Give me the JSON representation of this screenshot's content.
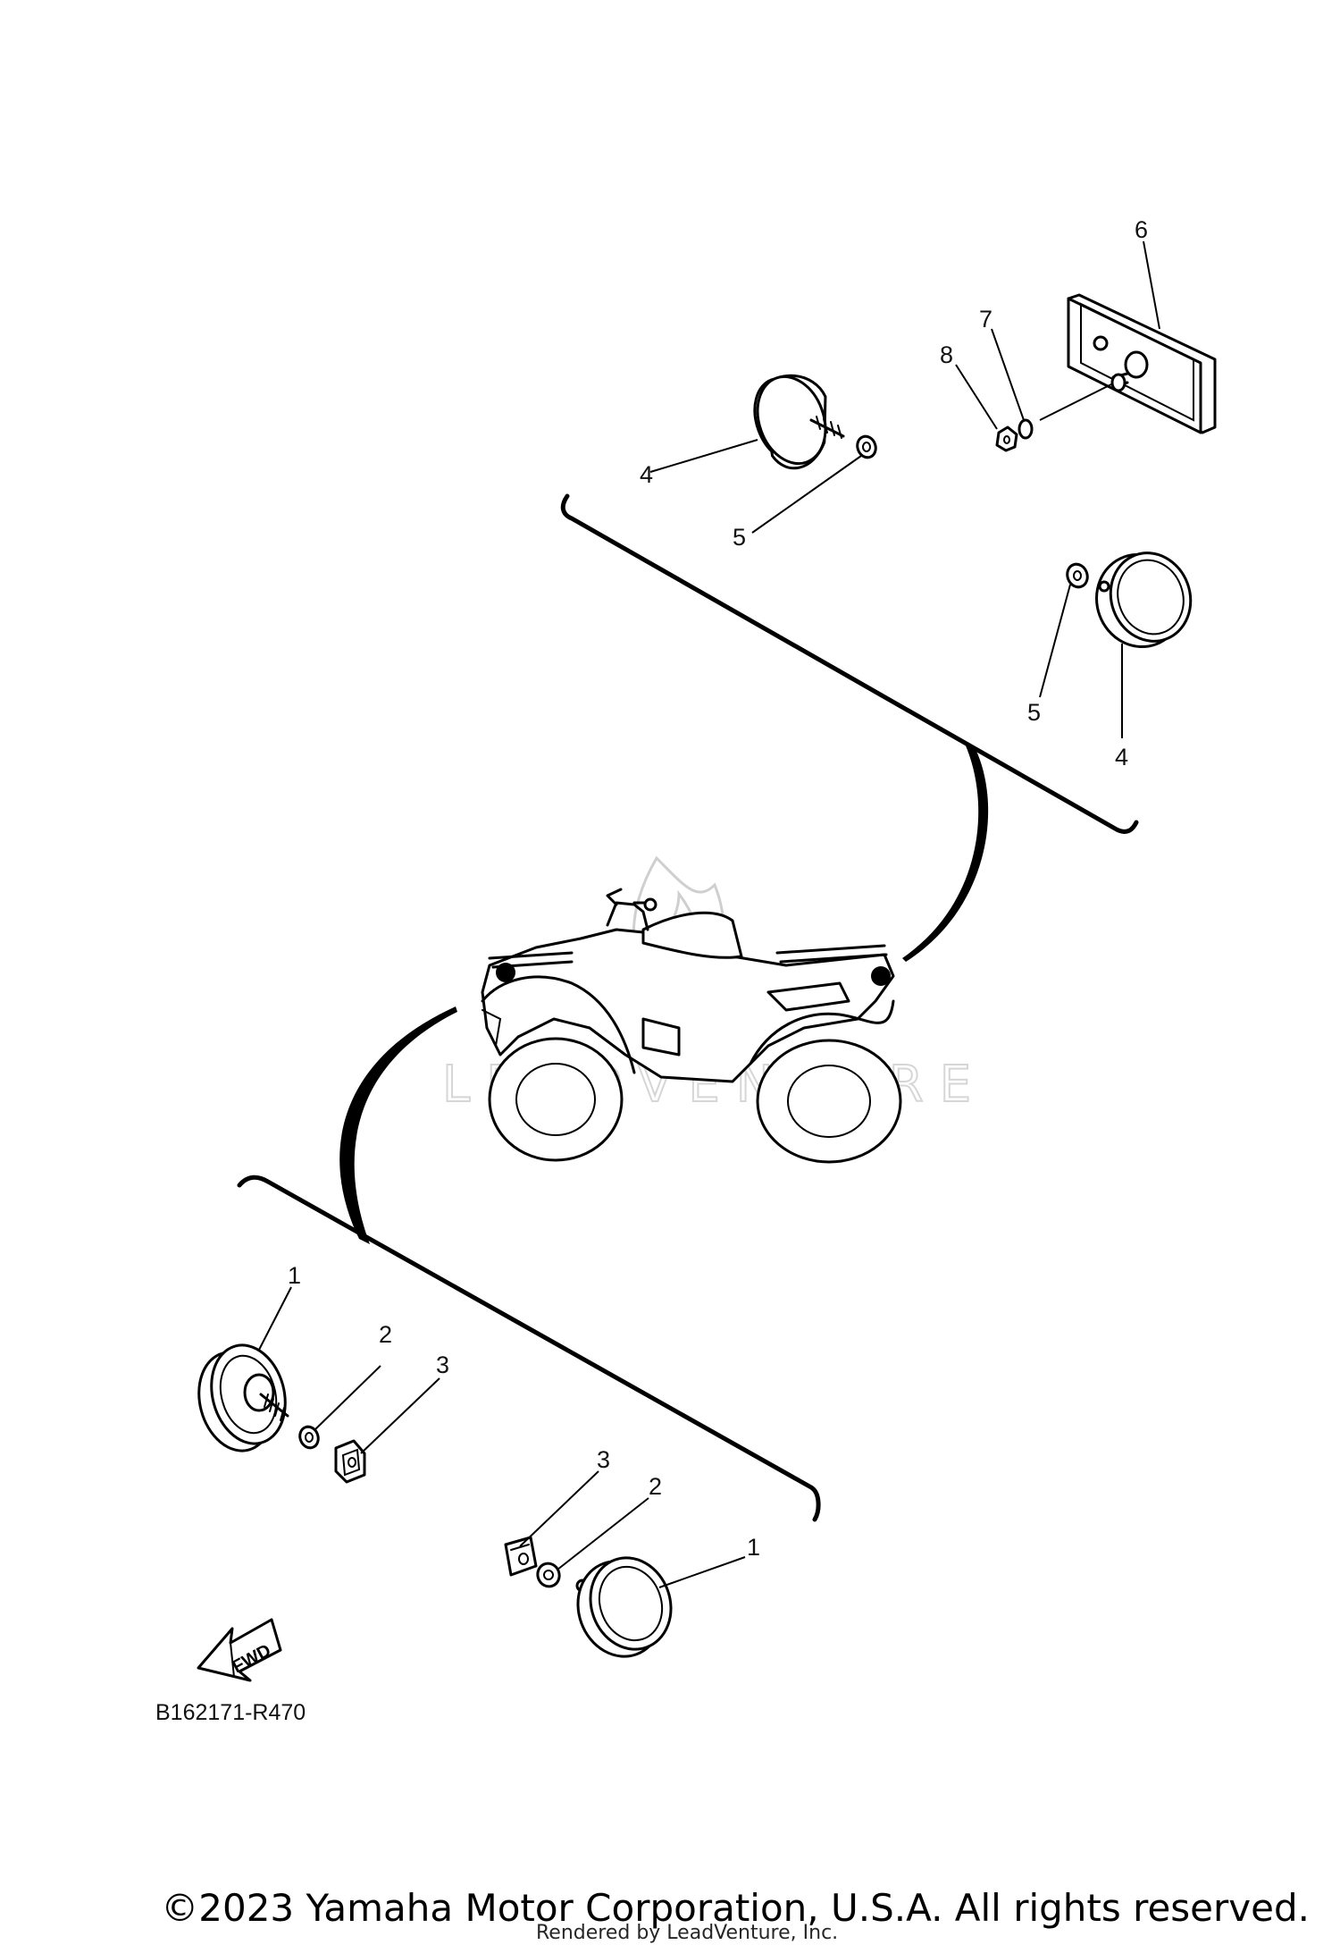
{
  "callouts": {
    "top_4a": "4",
    "top_5a": "5",
    "top_6": "6",
    "top_7": "7",
    "top_8": "8",
    "top_5b": "5",
    "top_4b": "4",
    "bot_1a": "1",
    "bot_2a": "2",
    "bot_3a": "3",
    "bot_3b": "3",
    "bot_2b": "2",
    "bot_1b": "1"
  },
  "fwd_label": "FWD",
  "reference_code": "B162171-R470",
  "watermark_text": "LEADVENTURE",
  "copyright": "©2023 Yamaha Motor Corporation, U.S.A. All rights reserved.",
  "rendered_by": "Rendered by LeadVenture, Inc."
}
